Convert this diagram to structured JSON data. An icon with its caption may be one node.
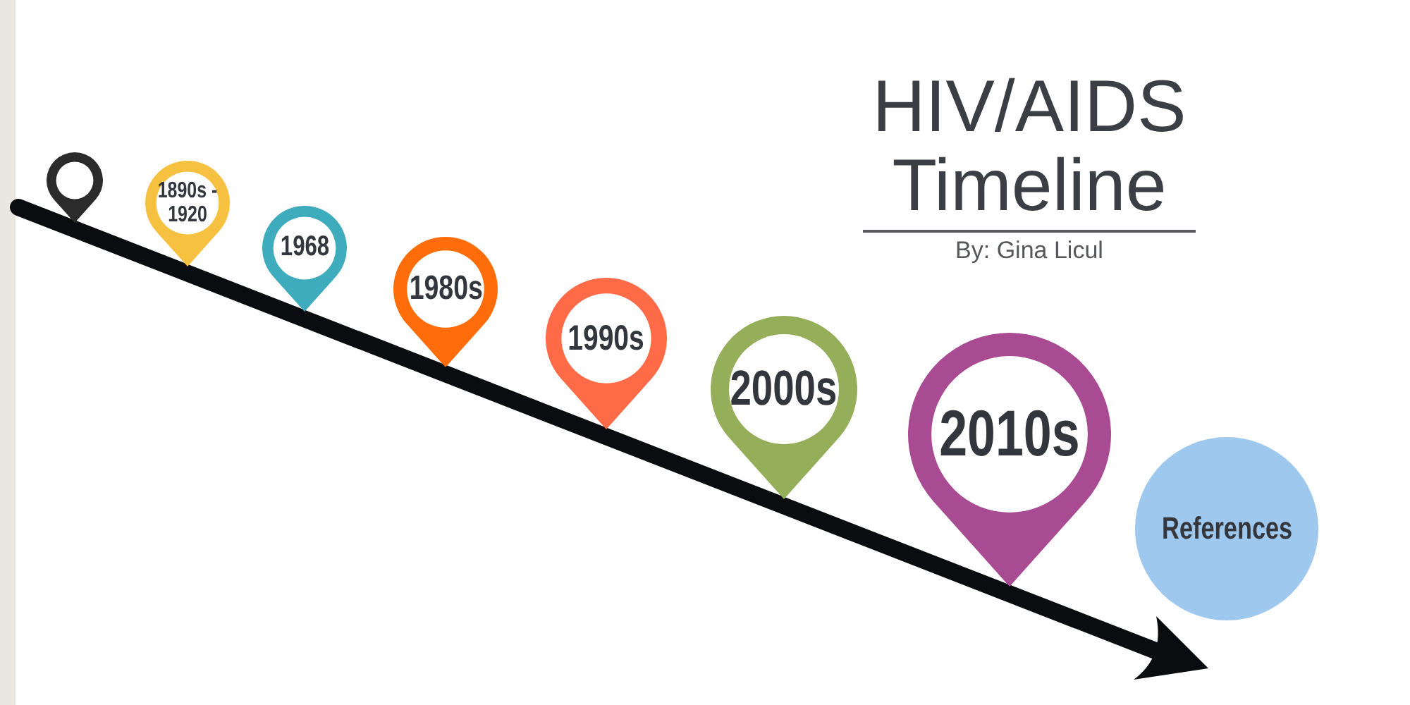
{
  "diagram": {
    "title": "HIV/AIDS Timeline",
    "nodes": [
      {
        "text": [],
        "shape": "pin"
      },
      {
        "text": [
          "1890s - 1920"
        ]
      },
      {
        "text": [
          "1968"
        ]
      },
      {
        "text": [
          "1980s"
        ]
      },
      {
        "text": [
          "1990s"
        ]
      },
      {
        "text": [
          "2000s"
        ]
      },
      {
        "text": [
          "2010s"
        ]
      },
      {
        "text": [
          "References"
        ]
      }
    ],
    "labels": [
      "By: Gina Licul"
    ]
  }
}
